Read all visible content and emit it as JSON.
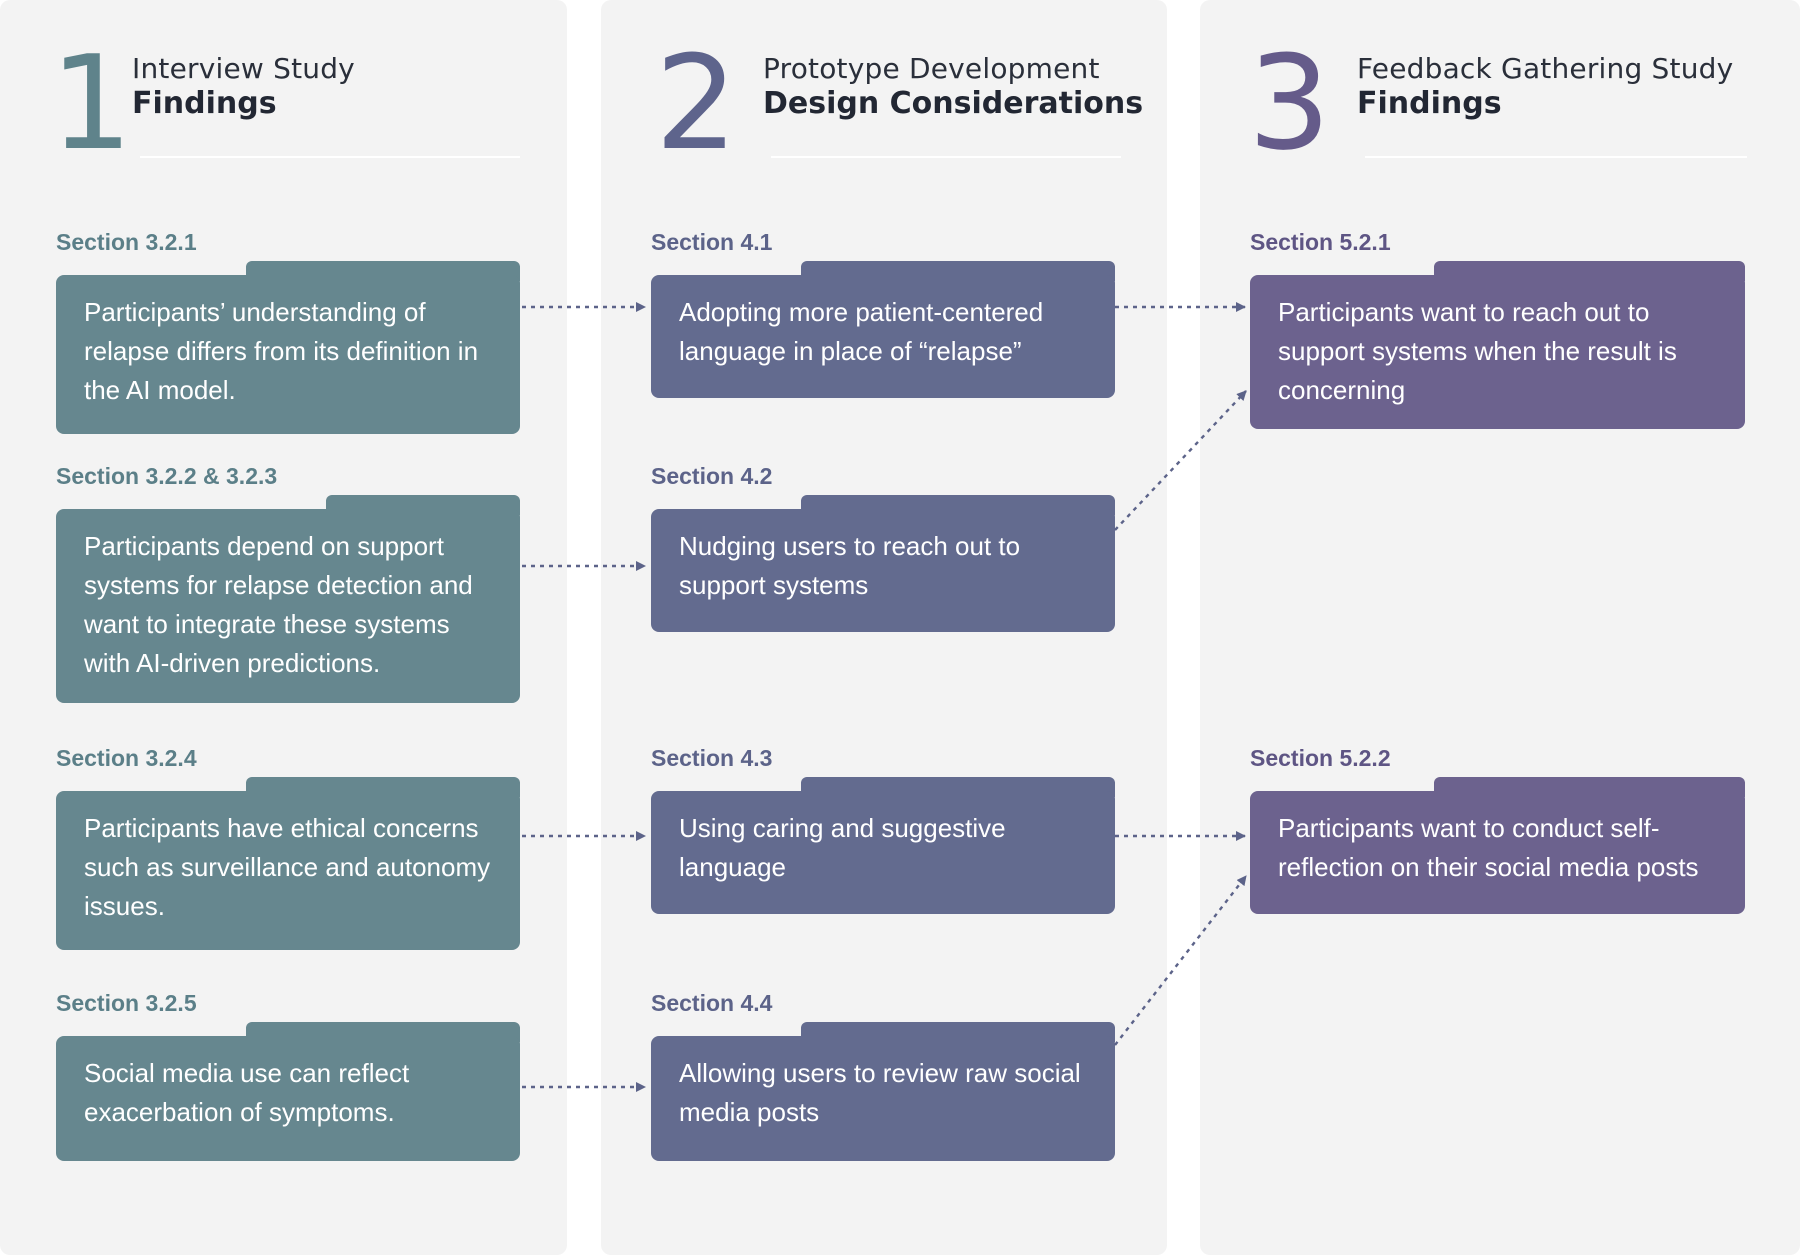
{
  "columns": [
    {
      "number": "1",
      "subtitle": "Interview Study",
      "title": "Findings",
      "color": "#66878f",
      "cards": [
        {
          "section": "Section 3.2.1",
          "text": "Participants’ understanding of relapse differs from its definition in the AI model."
        },
        {
          "section": "Section 3.2.2 & 3.2.3",
          "text": "Participants depend on support systems for relapse detection and want to integrate these systems with AI-driven predictions."
        },
        {
          "section": "Section 3.2.4",
          "text": "Participants have ethical concerns such as surveillance and autonomy issues."
        },
        {
          "section": "Section 3.2.5",
          "text": "Social media use can reflect exacerbation of symptoms."
        }
      ]
    },
    {
      "number": "2",
      "subtitle": "Prototype Development",
      "title": "Design Considerations",
      "color": "#636b8f",
      "cards": [
        {
          "section": "Section 4.1",
          "text": "Adopting more patient-centered language in place of “relapse”"
        },
        {
          "section": "Section 4.2",
          "text": "Nudging users to reach out to support systems"
        },
        {
          "section": "Section 4.3",
          "text": "Using caring and suggestive language"
        },
        {
          "section": "Section 4.4",
          "text": "Allowing users to review raw social media posts"
        }
      ]
    },
    {
      "number": "3",
      "subtitle": "Feedback Gathering Study",
      "title": "Findings",
      "color": "#6c628e",
      "cards": [
        {
          "section": "Section 5.2.1",
          "text": "Participants want to reach out to support systems when the result is concerning"
        },
        {
          "section": "Section 5.2.2",
          "text": "Participants want to conduct self-reflection on their social media posts"
        }
      ]
    }
  ],
  "connections": [
    {
      "from": "3.2.1",
      "to": "4.1"
    },
    {
      "from": "3.2.2 & 3.2.3",
      "to": "4.2"
    },
    {
      "from": "3.2.4",
      "to": "4.3"
    },
    {
      "from": "3.2.5",
      "to": "4.4"
    },
    {
      "from": "4.1",
      "to": "5.2.1"
    },
    {
      "from": "4.2",
      "to": "5.2.1"
    },
    {
      "from": "4.3",
      "to": "5.2.2"
    },
    {
      "from": "4.4",
      "to": "5.2.2"
    }
  ]
}
